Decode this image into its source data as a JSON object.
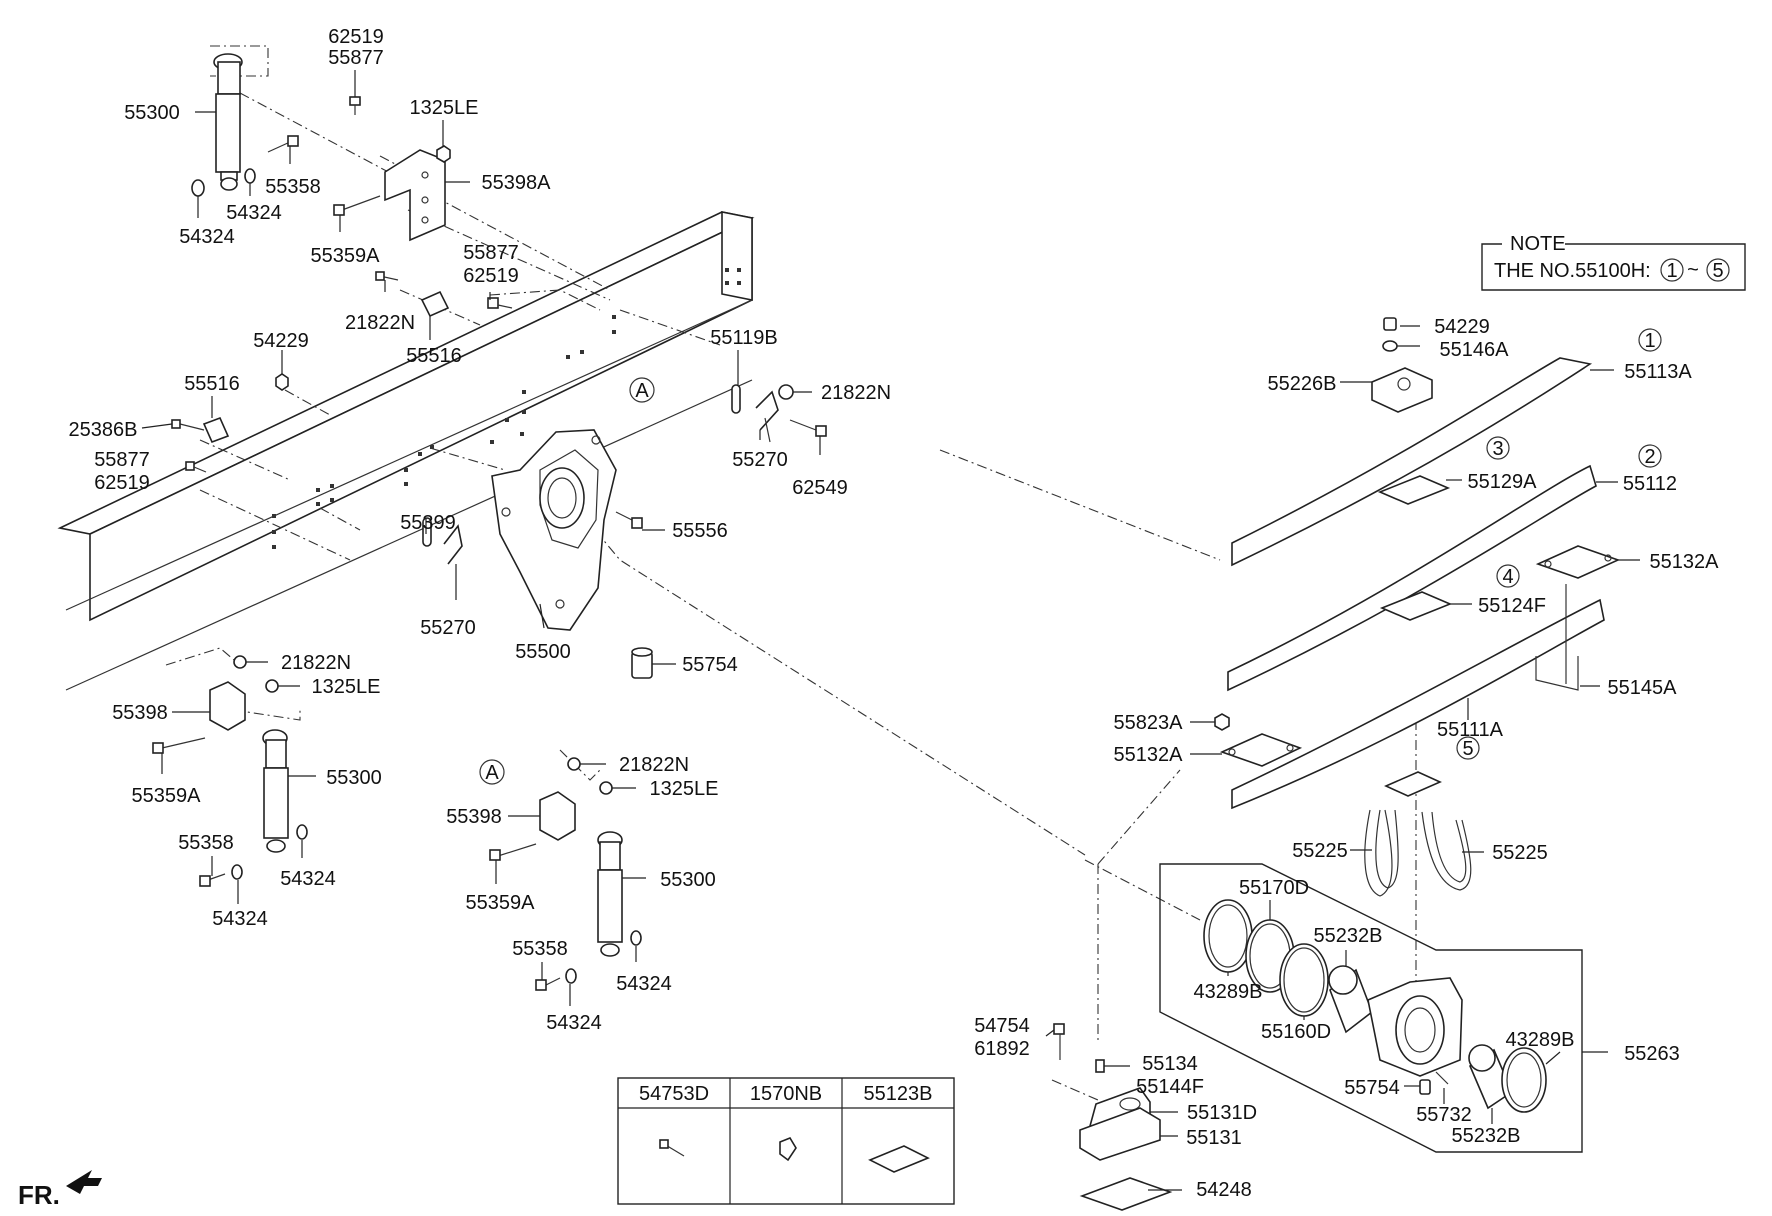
{
  "note": {
    "title": "NOTE",
    "text": "THE NO.55100H:",
    "range_start": "1",
    "range_sep": "~",
    "range_end": "5"
  },
  "orientation_label": "FR.",
  "table": {
    "headers": [
      "54753D",
      "1570NB",
      "55123B"
    ]
  },
  "circle_markers": {
    "a_upper": "A",
    "a_lower": "A",
    "n1": "1",
    "n2": "2",
    "n3": "3",
    "n4": "4",
    "n5": "5"
  },
  "labels": {
    "l01": "62519",
    "l02": "55877",
    "l03": "1325LE",
    "l04": "55300",
    "l05": "55358",
    "l06": "55398A",
    "l07": "54324",
    "l08": "54324",
    "l09": "55359A",
    "l10": "55877",
    "l11": "62519",
    "l12": "21822N",
    "l13": "55516",
    "l14": "54229",
    "l15": "55119B",
    "l16": "55516",
    "l17": "21822N",
    "l18": "25386B",
    "l19": "55270",
    "l20": "55877",
    "l21": "62519",
    "l22": "62549",
    "l23": "55399",
    "l24": "55556",
    "l25": "55270",
    "l26": "55500",
    "l27": "55754",
    "l28": "21822N",
    "l29": "1325LE",
    "l30": "55398",
    "l31": "55300",
    "l32": "55359A",
    "l33": "55358",
    "l34": "54324",
    "l35": "54324",
    "l36": "21822N",
    "l37": "1325LE",
    "l38": "55398",
    "l39": "55300",
    "l40": "55359A",
    "l41": "55358",
    "l42": "54324",
    "l43": "54324",
    "l44": "54229",
    "l45": "55146A",
    "l46": "55226B",
    "l47": "55113A",
    "l48": "55129A",
    "l49": "55112",
    "l50": "55132A",
    "l51": "55124F",
    "l52": "55145A",
    "l53": "55823A",
    "l54": "55132A",
    "l55": "55111A",
    "l56": "55225",
    "l57": "55225",
    "l58": "55170D",
    "l59": "55232B",
    "l60": "43289B",
    "l61": "55160D",
    "l62": "43289B",
    "l63": "55263",
    "l64": "54754",
    "l65": "61892",
    "l66": "55134",
    "l67": "55144F",
    "l68": "55754",
    "l69": "55732",
    "l70": "55232B",
    "l71": "55131D",
    "l72": "55131",
    "l73": "54248"
  }
}
